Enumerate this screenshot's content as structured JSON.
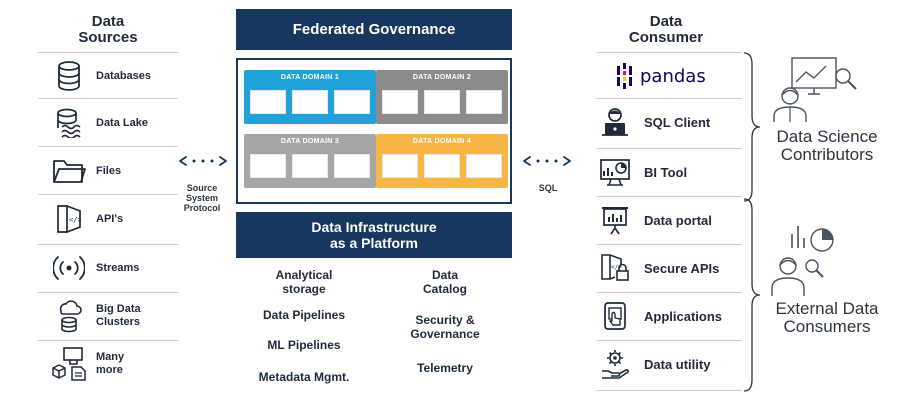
{
  "sources": {
    "title": "Data\nSources",
    "items": [
      {
        "label": "Databases",
        "icon": "database-icon"
      },
      {
        "label": "Data Lake",
        "icon": "data-lake-icon"
      },
      {
        "label": "Files",
        "icon": "folder-icon"
      },
      {
        "label": "API's",
        "icon": "api-icon"
      },
      {
        "label": "Streams",
        "icon": "stream-icon"
      },
      {
        "label": "Big Data\nClusters",
        "icon": "cluster-icon"
      },
      {
        "label": "Many\nmore",
        "icon": "many-more-icon"
      }
    ]
  },
  "left_connector": {
    "label": "Source\nSystem\nProtocol"
  },
  "governance": {
    "title": "Federated Governance"
  },
  "domains": [
    {
      "title": "DATA DOMAIN 1",
      "color": "#1fa3d9"
    },
    {
      "title": "DATA DOMAIN 2",
      "color": "#8b8b8b"
    },
    {
      "title": "DATA DOMAIN 3",
      "color": "#a6a6a6"
    },
    {
      "title": "DATA DOMAIN 4",
      "color": "#f6b545"
    }
  ],
  "platform": {
    "title": "Data Infrastructure\nas a Platform",
    "left_items": [
      "Analytical\nstorage",
      "Data Pipelines",
      "ML Pipelines",
      "Metadata Mgmt."
    ],
    "right_items": [
      "Data\nCatalog",
      "Security &\nGovernance",
      "Telemetry"
    ]
  },
  "right_connector": {
    "label": "SQL"
  },
  "consumer": {
    "title": "Data\nConsumer",
    "items": [
      {
        "label": "pandas",
        "icon": "pandas-icon"
      },
      {
        "label": "SQL Client",
        "icon": "sql-client-icon"
      },
      {
        "label": "BI Tool",
        "icon": "bi-tool-icon"
      },
      {
        "label": "Data portal",
        "icon": "data-portal-icon"
      },
      {
        "label": "Secure APIs",
        "icon": "secure-api-icon"
      },
      {
        "label": "Applications",
        "icon": "applications-icon"
      },
      {
        "label": "Data utility",
        "icon": "data-utility-icon"
      }
    ]
  },
  "groups": [
    {
      "label": "Data Science\nContributors"
    },
    {
      "label": "External Data\nConsumers"
    }
  ],
  "colors": {
    "navy": "#17375e",
    "line": "#c9ced6",
    "pandas_purple": "#150458",
    "pandas_pink": "#e70488"
  }
}
